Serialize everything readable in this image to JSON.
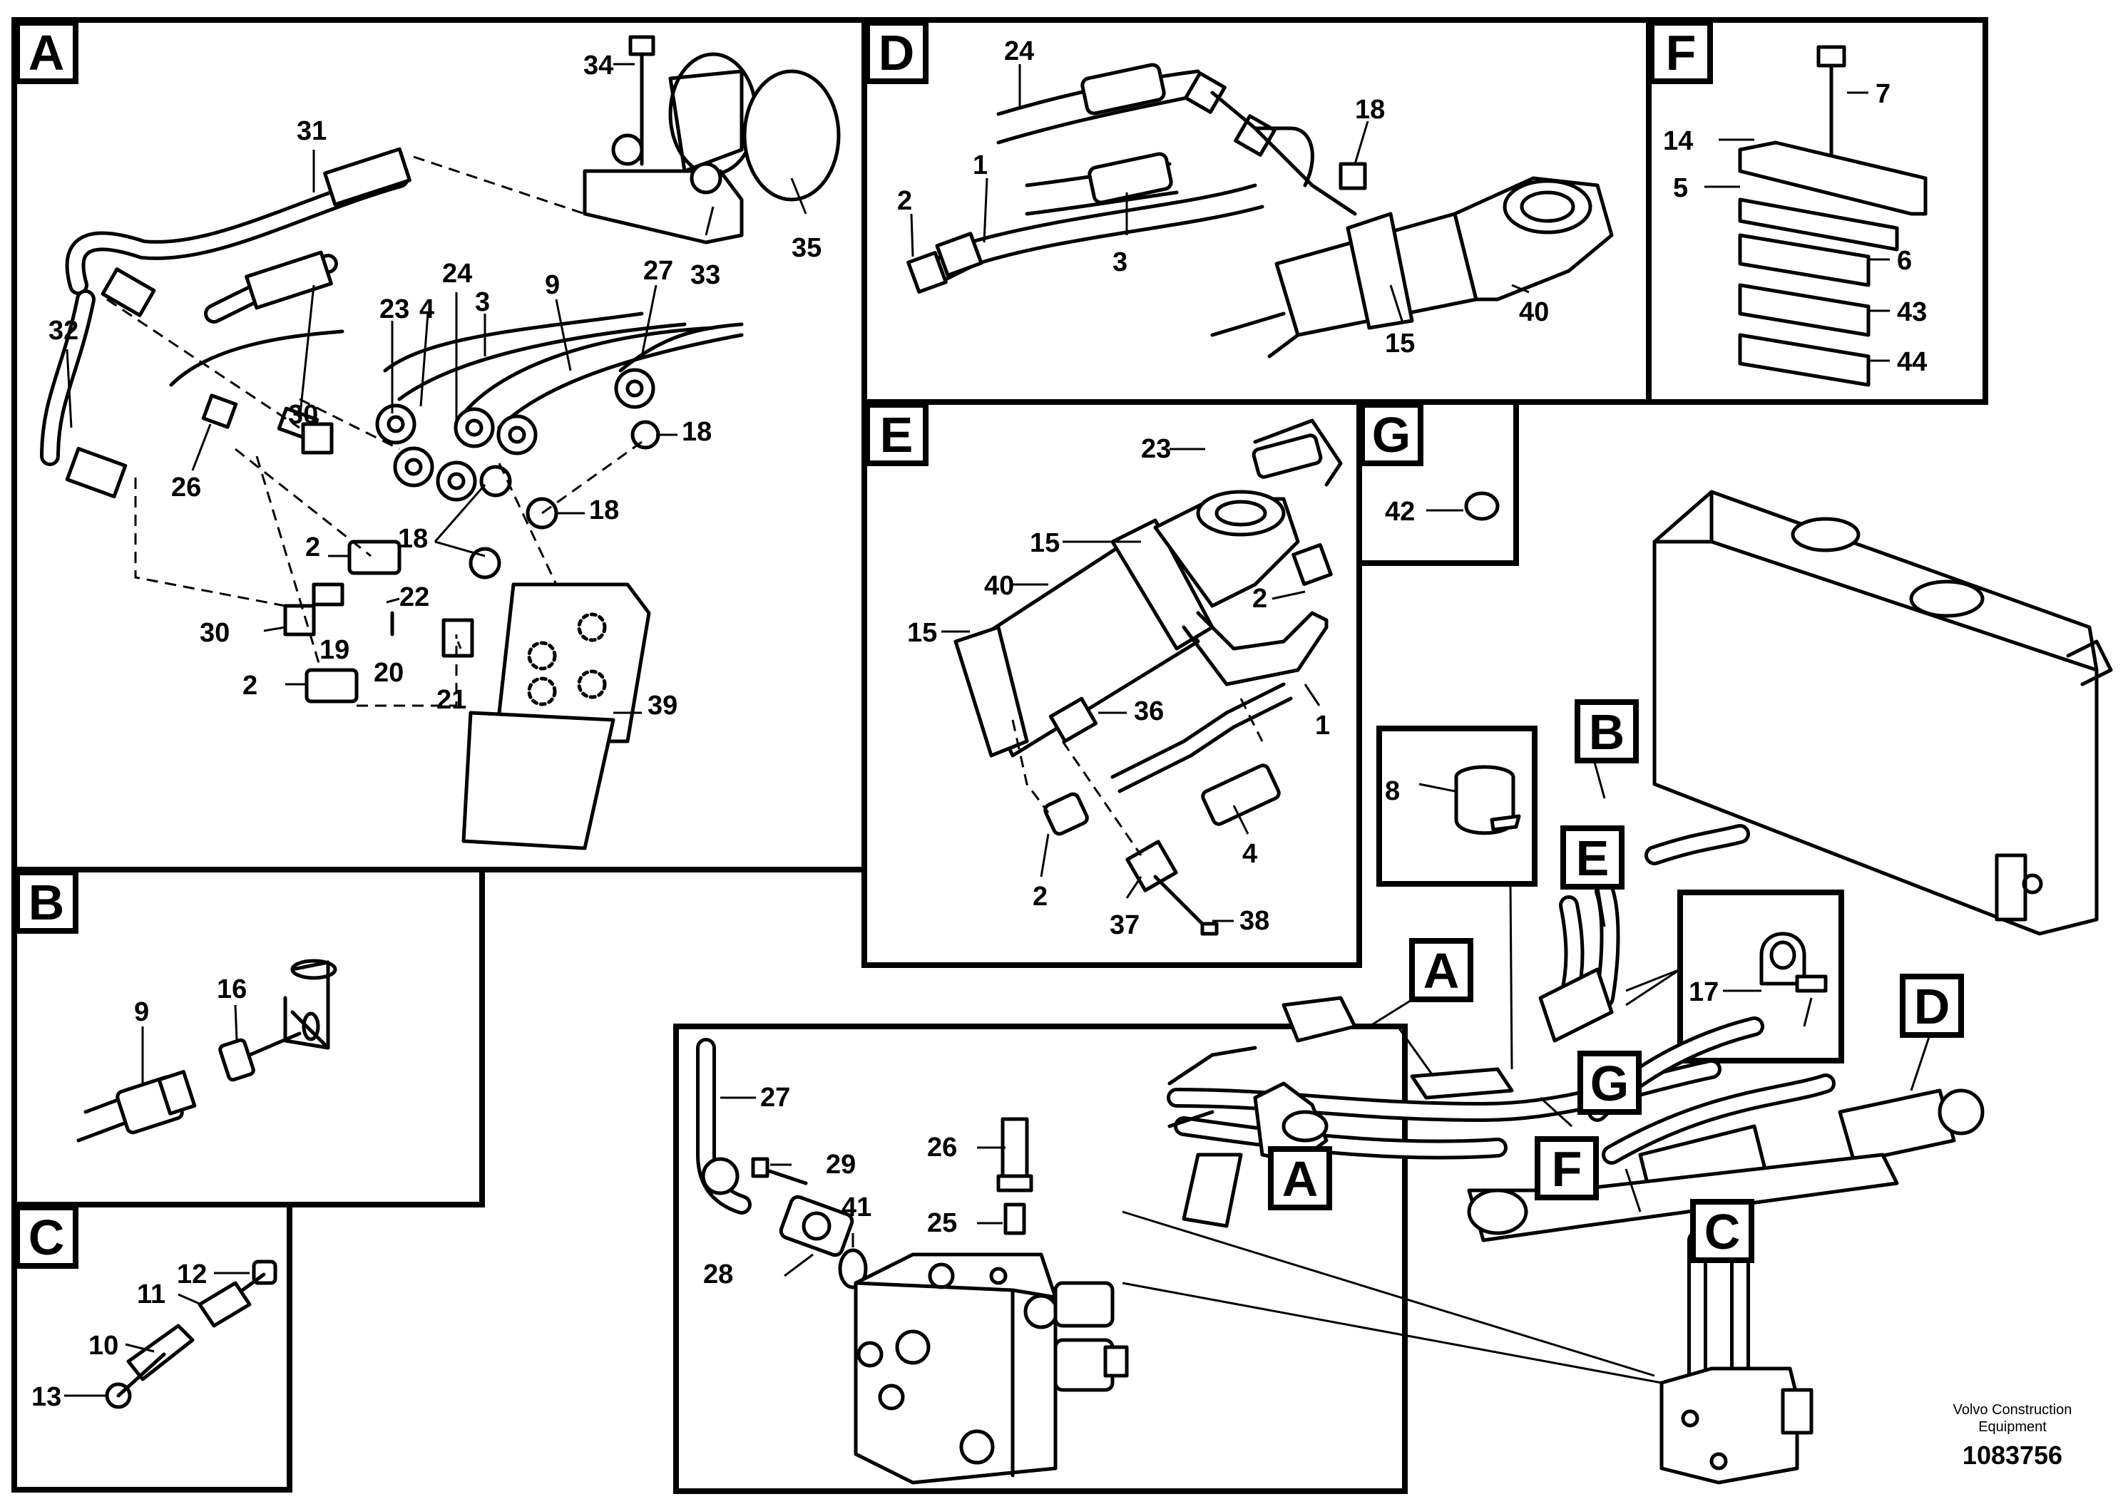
{
  "diagram": {
    "panel_letters": {
      "A": "A",
      "B": "B",
      "C": "C",
      "D": "D",
      "E": "E",
      "F": "F",
      "G": "G"
    },
    "callouts": {
      "p1": "1",
      "p2": "2",
      "p3": "3",
      "p4": "4",
      "p5": "5",
      "p6": "6",
      "p7": "7",
      "p8": "8",
      "p9": "9",
      "p10": "10",
      "p11": "11",
      "p12": "12",
      "p13": "13",
      "p14": "14",
      "p15": "15",
      "p16": "16",
      "p17": "17",
      "p18": "18",
      "p19": "19",
      "p20": "20",
      "p21": "21",
      "p22": "22",
      "p23": "23",
      "p24": "24",
      "p25": "25",
      "p26": "26",
      "p27": "27",
      "p28": "28",
      "p29": "29",
      "p30": "30",
      "p31": "31",
      "p32": "32",
      "p33": "33",
      "p34": "34",
      "p35": "35",
      "p36": "36",
      "p37": "37",
      "p38": "38",
      "p39": "39",
      "p40": "40",
      "p41": "41",
      "p42": "42",
      "p43": "43",
      "p44": "44"
    },
    "footer": {
      "brand_line1": "Volvo Construction",
      "brand_line2": "Equipment",
      "drawing_number": "1083756"
    }
  }
}
